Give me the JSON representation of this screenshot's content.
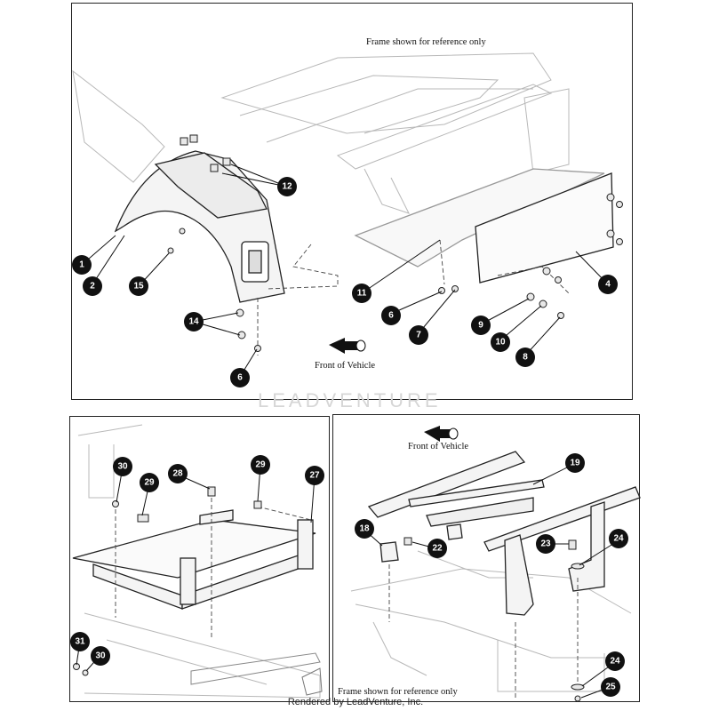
{
  "notes": {
    "frame_ref_top": "Frame shown for reference only",
    "front_top": "Front of Vehicle",
    "front_br": "Front of Vehicle",
    "frame_ref_br": "Frame shown for reference only"
  },
  "watermark": "LEADVENTURE",
  "footer": "Rendered by LeadVenture, Inc.",
  "callouts": {
    "c1": "1",
    "c2": "2",
    "c15": "15",
    "c12": "12",
    "c14": "14",
    "c6a": "6",
    "c11": "11",
    "c6b": "6",
    "c7": "7",
    "c9": "9",
    "c10": "10",
    "c8": "8",
    "c4": "4",
    "c30a": "30",
    "c29a": "29",
    "c28": "28",
    "c29b": "29",
    "c27": "27",
    "c31": "31",
    "c30b": "30",
    "c19": "19",
    "c18": "18",
    "c22": "22",
    "c23": "23",
    "c24a": "24",
    "c24b": "24",
    "c25": "25"
  },
  "colors": {
    "callout_fill": "#111111",
    "outline": "#222222",
    "reference_frame": "#b8b8b8"
  }
}
